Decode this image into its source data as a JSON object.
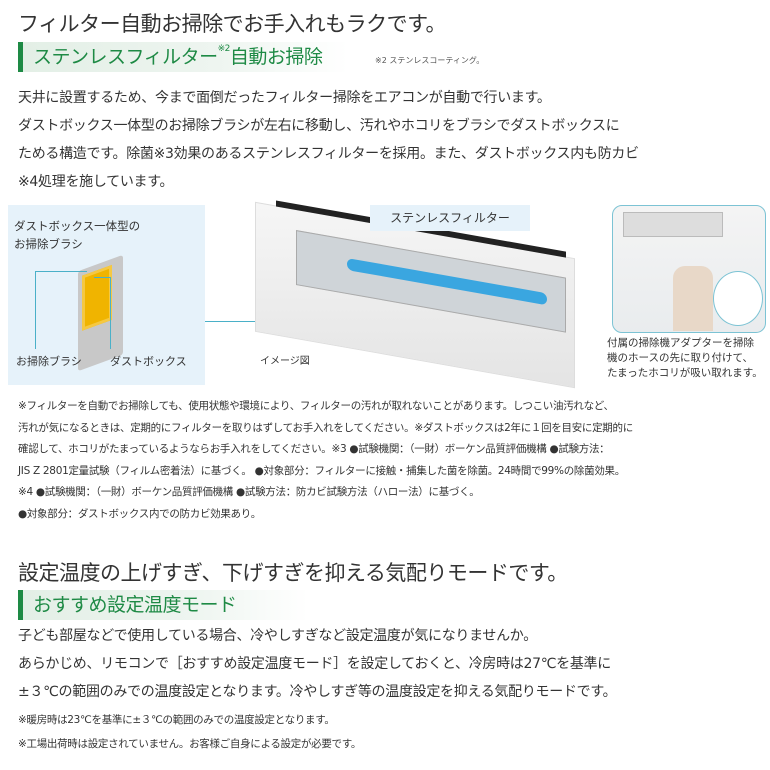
{
  "section1": {
    "title": "フィルター自動お掃除でお手入れもラクです。",
    "subheading": "ステンレスフィルター",
    "subheading_sup": "※2",
    "subheading_tail": "自動お掃除",
    "footnote": "※2 ステンレスコーティング。",
    "body": [
      "天井に設置するため、今まで面倒だったフィルター掃除をエアコンが自動で行います。",
      "ダストボックス一体型のお掃除ブラシが左右に移動し、汚れやホコリをブラシでダストボックスに",
      "ためる構造です。除菌※3効果のあるステンレスフィルターを採用。また、ダストボックス内も防カビ",
      "※4処理を施しています。"
    ],
    "figure": {
      "brush_title_1": "ダストボックス一体型の",
      "brush_title_2": "お掃除ブラシ",
      "label_brush": "お掃除ブラシ",
      "label_dustbox": "ダストボックス",
      "label_filter": "ステンレスフィルター",
      "label_image": "イメージ図",
      "caption": [
        "付属の掃除機アダプターを掃除",
        "機のホースの先に取り付けて、",
        "たまったホコリが吸い取れます。"
      ]
    },
    "notes": [
      "※フィルターを自動でお掃除しても、使用状態や環境により、フィルターの汚れが取れないことがあります。しつこい油汚れなど、",
      "汚れが気になるときは、定期的にフィルターを取りはずしてお手入れをしてください。※ダストボックスは2年に１回を目安に定期的に",
      "確認して、ホコリがたまっているようならお手入れをしてください。※3 ●試験機関：（一財）ボーケン品質評価機構 ●試験方法：",
      "JIS Z 2801定量試験（フィルム密着法）に基づく。 ●対象部分：フィルターに接触・捕集した菌を除菌。24時間で99%の除菌効果。",
      "※4 ●試験機関：（一財）ボーケン品質評価機構 ●試験方法：防カビ試験方法（ハロー法）に基づく。",
      "●対象部分：ダストボックス内での防カビ効果あり。"
    ]
  },
  "section2": {
    "title": "設定温度の上げすぎ、下げすぎを抑える気配りモードです。",
    "subheading": "おすすめ設定温度モード",
    "body": [
      "子ども部屋などで使用している場合、冷やしすぎなど設定温度が気になりませんか。",
      "あらかじめ、リモコンで［おすすめ設定温度モード］を設定しておくと、冷房時は27℃を基準に",
      "±３℃の範囲のみでの温度設定となります。冷やしすぎ等の温度設定を抑える気配りモードです。"
    ],
    "notes": [
      "※暖房時は23℃を基準に±３℃の範囲のみでの温度設定となります。",
      "※工場出荷時は設定されていません。お客様ご自身による設定が必要です。"
    ]
  },
  "colors": {
    "accent": "#1e8a45",
    "panel": "#e6f2fa",
    "callout": "#4ab0c8"
  }
}
